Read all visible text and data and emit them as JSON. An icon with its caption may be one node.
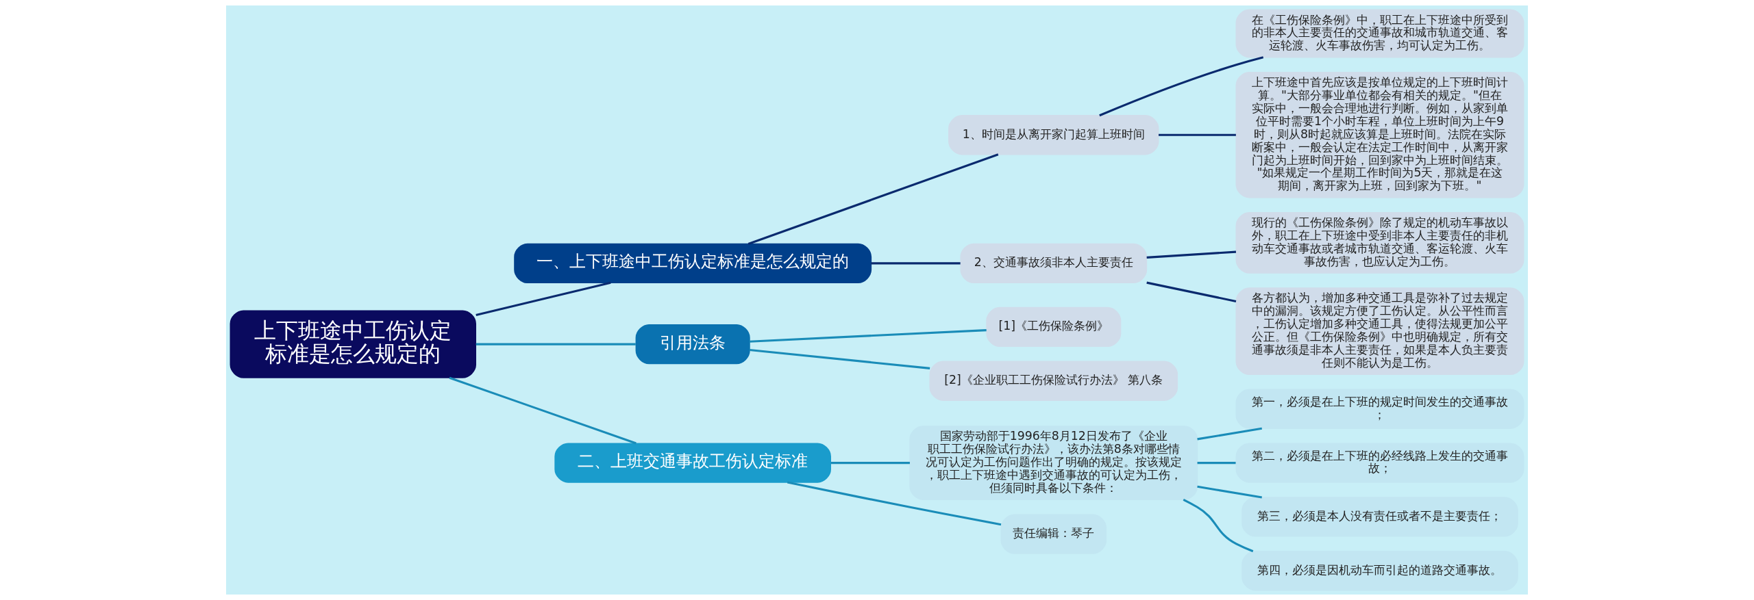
{
  "diagram": {
    "nodes": [
      {
        "text": [
          "上下班途中工伤认定标准是怎么规定的"
        ]
      },
      {
        "text": [
          "一、上下班途中工伤认定标准是怎么规定的"
        ]
      },
      {
        "text": [
          "1、时间是从离开家门起算上班时间"
        ]
      },
      {
        "text": [
          "在《工伤保险条例》中，职工在上下班途中所受到的非本人主要责任的交通事故和城市轨道交通、客运轮渡、火车事故伤害，均可认定为工伤。"
        ]
      },
      {
        "text": [
          "上下班途中首先应该是按单位规定的上下班时间计算。\"大部分事业单位都会有相关的规定。\"但在实际中，一般会合理地进行判断。例如，从家到单位平时需要1个小时车程，单位上班时间为上午9时，则从8时起就应该算是上班时间。法院在实际断案中，一般会认定在法定工作时间中，从离开家门起为上班时间开始，回到家中为上班时间结束。\"如果规定一个星期工作时间为5天，那就是在这期间，离开家为上班，回到家为下班。\""
        ]
      },
      {
        "text": [
          "2、交通事故须非本人主要责任"
        ]
      },
      {
        "text": [
          "现行的《工伤保险条例》除了规定的机动车事故以外，职工在上下班途中受到非本人主要责任的非机动车交通事故或者城市轨道交通、客运轮渡、火车事故伤害，也应认定为工伤。"
        ]
      },
      {
        "text": [
          "各方都认为，增加多种交通工具是弥补了过去规定中的漏洞。该规定方便了工伤认定。从公平性而言，工伤认定增加多种交通工具，使得法规更加公平公正。但《工伤保险条例》中也明确规定，所有交通事故须是非本人主要责任，如果是本人负主要责任则不能认为是工伤。"
        ]
      },
      {
        "text": [
          "引用法条"
        ]
      },
      {
        "text": [
          "[1]《工伤保险条例》"
        ]
      },
      {
        "text": [
          "[2]《企业职工工伤保险试行办法》 第八条"
        ]
      },
      {
        "text": [
          "二、上班交通事故工伤认定标准"
        ]
      },
      {
        "text": [
          "国家劳动部于1996年8月12日发布了《企业职工工伤保险试行办法》，该办法第8条对哪些情况可认定为工伤问题作出了明确的规定。按该规定，职工上下班途中遇到交通事故的可认定为工伤，但须同时具备以下条件："
        ]
      },
      {
        "text": [
          "第一，必须是在上下班的规定时间发生的交通事故；"
        ]
      },
      {
        "text": [
          "第二，必须是在上下班的必经线路上发生的交通事故；"
        ]
      },
      {
        "text": [
          "第三，必须是本人没有责任或者不是主要责任；"
        ]
      },
      {
        "text": [
          "第四，必须是因机动车而引起的道路交通事故。"
        ]
      },
      {
        "text": [
          "责任编辑：琴子"
        ]
      }
    ],
    "edges": [
      {
        "from": 0,
        "to": 1,
        "arrow": "none",
        "color": "#0a2a6e"
      },
      {
        "from": 1,
        "to": 2,
        "arrow": "none",
        "color": "#0a2a6e"
      },
      {
        "from": 2,
        "to": 3,
        "arrow": "none",
        "color": "#0a2a6e"
      },
      {
        "from": 2,
        "to": 4,
        "arrow": "none",
        "color": "#0a2a6e"
      },
      {
        "from": 1,
        "to": 5,
        "arrow": "none",
        "color": "#0a2a6e"
      },
      {
        "from": 5,
        "to": 6,
        "arrow": "none",
        "color": "#0a2a6e"
      },
      {
        "from": 5,
        "to": 7,
        "arrow": "none",
        "color": "#0a2a6e"
      },
      {
        "from": 0,
        "to": 8,
        "arrow": "none"
      },
      {
        "from": 8,
        "to": 9,
        "arrow": "none"
      },
      {
        "from": 8,
        "to": 10,
        "arrow": "none"
      },
      {
        "from": 0,
        "to": 11,
        "arrow": "none"
      },
      {
        "from": 11,
        "to": 12,
        "arrow": "none"
      },
      {
        "from": 11,
        "to": 17,
        "arrow": "none"
      },
      {
        "from": 12,
        "to": 13,
        "arrow": "none"
      },
      {
        "from": 12,
        "to": 14,
        "arrow": "none"
      },
      {
        "from": 12,
        "to": 15,
        "arrow": "none"
      },
      {
        "from": 12,
        "to": 16,
        "arrow": "none"
      }
    ]
  }
}
